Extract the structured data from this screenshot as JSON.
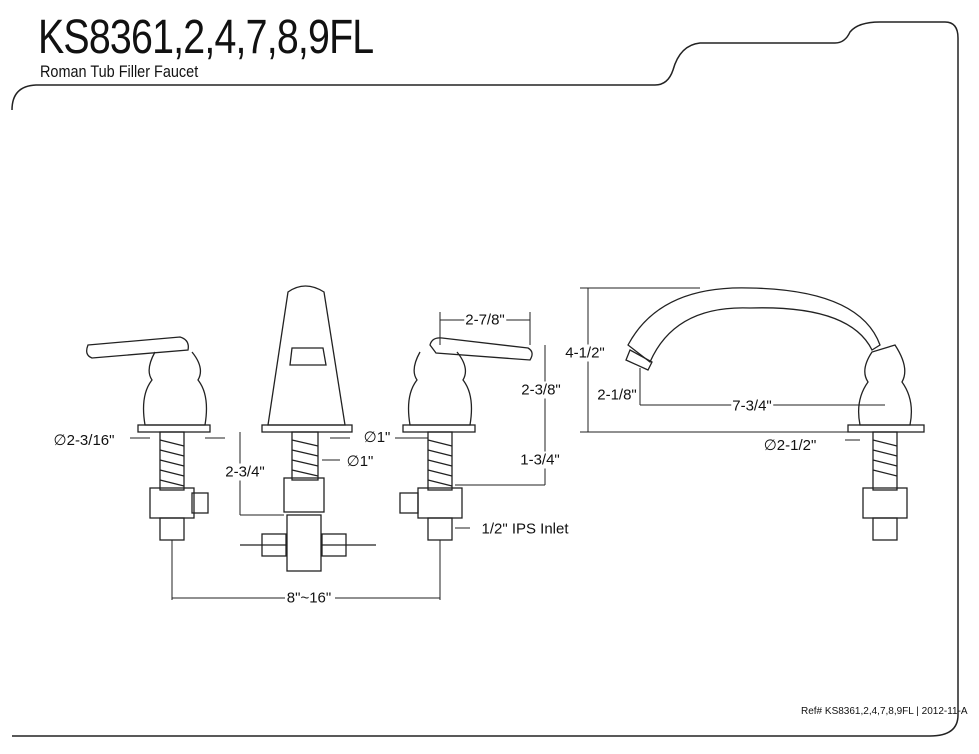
{
  "header": {
    "title": "KS8361,2,4,7,8,9FL",
    "subtitle": "Roman Tub Filler Faucet"
  },
  "footer": {
    "ref": "Ref# KS8361,2,4,7,8,9FL | 2012-11-A"
  },
  "dimensions": {
    "handle_width": "2-7/8\"",
    "spout_height": "4-1/2\"",
    "handle_height": "2-3/8\"",
    "spout_outlet_height": "2-1/8\"",
    "spout_reach": "7-3/4\"",
    "handle_base_dia": "∅2-3/16\"",
    "stem_dia_right": "∅1\"",
    "stem_dia_center": "∅1\"",
    "max_deck_left": "2-3/4\"",
    "max_deck_right": "1-3/4\"",
    "spout_base_dia": "∅2-1/2\"",
    "inlet": "1/2\" IPS Inlet",
    "spread": "8\"~16\""
  }
}
